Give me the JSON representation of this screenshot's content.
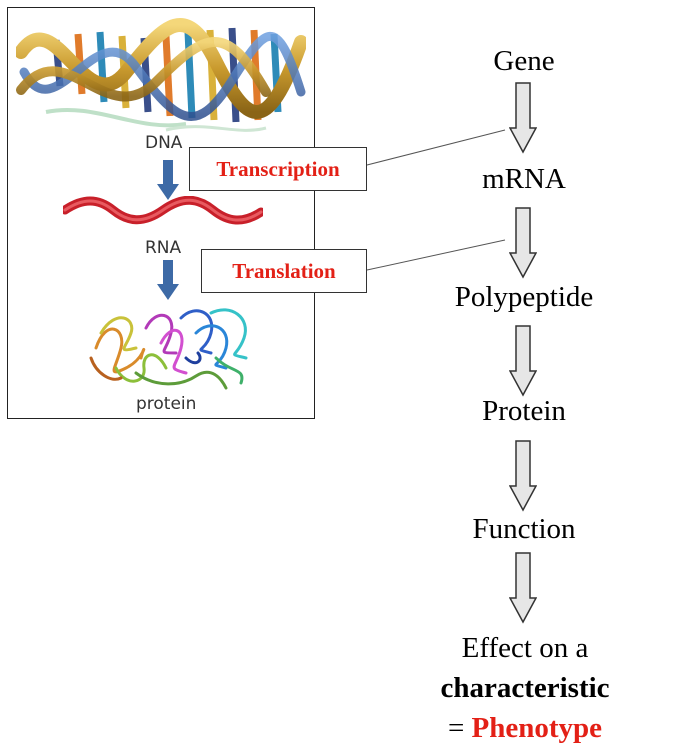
{
  "panel": {
    "dna_label": "DNA",
    "rna_label": "RNA",
    "protein_label": "protein"
  },
  "callouts": {
    "transcription": "Transcription",
    "translation": "Translation"
  },
  "flow": {
    "steps": [
      "Gene",
      "mRNA",
      "Polypeptide",
      "Protein",
      "Function"
    ],
    "effect_line1": "Effect on a",
    "effect_line2": "characteristic",
    "effect_eq": "= ",
    "effect_phenotype": "Phenotype"
  },
  "colors": {
    "accent_red": "#e32016",
    "arrow_blue": "#3d6aa6",
    "rna_red": "#c8202a",
    "arrow_gray_fill": "#e6e6e6"
  }
}
